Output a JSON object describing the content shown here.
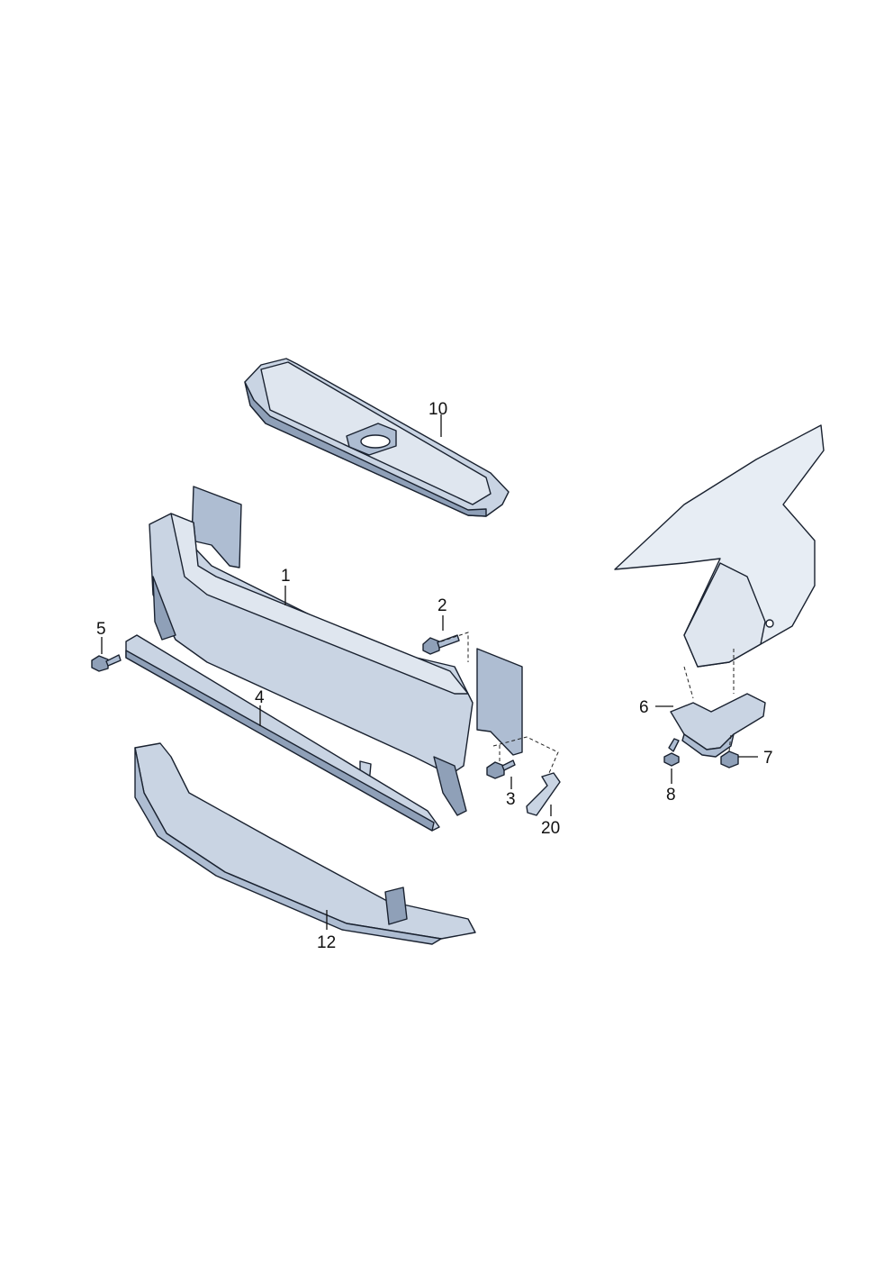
{
  "diagram": {
    "callouts": [
      {
        "id": "1",
        "text": "1"
      },
      {
        "id": "2",
        "text": "2"
      },
      {
        "id": "3",
        "text": "3"
      },
      {
        "id": "4",
        "text": "4"
      },
      {
        "id": "5",
        "text": "5"
      },
      {
        "id": "6",
        "text": "6"
      },
      {
        "id": "7",
        "text": "7"
      },
      {
        "id": "8",
        "text": "8"
      },
      {
        "id": "10",
        "text": "10"
      },
      {
        "id": "12",
        "text": "12"
      },
      {
        "id": "20",
        "text": "20"
      }
    ],
    "colors": {
      "part_light": "#c9d4e3",
      "part_mid": "#aebdd2",
      "part_dark": "#8fa0b8",
      "outline": "#1a2230"
    }
  }
}
